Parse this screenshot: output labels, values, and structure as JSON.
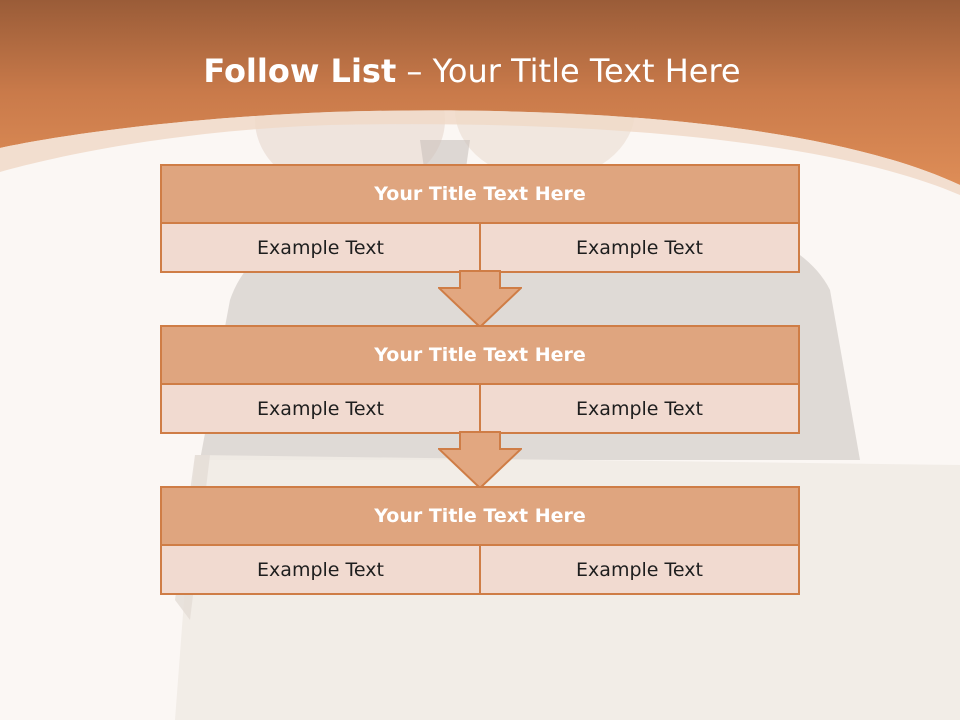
{
  "slide": {
    "title_bold": "Follow List",
    "title_rest": " – Your Title Text Here",
    "blocks": [
      {
        "header": "Your Title Text Here",
        "left": "Example Text",
        "right": "Example Text"
      },
      {
        "header": "Your Title Text Here",
        "left": "Example Text",
        "right": "Example Text"
      },
      {
        "header": "Your Title Text Here",
        "left": "Example Text",
        "right": "Example Text"
      }
    ]
  },
  "colors": {
    "header_band_top": "#9a5c38",
    "header_band_bottom": "#d98a55",
    "block_border": "#cf7d46",
    "block_header_fill": "#dfa57f",
    "block_cell_fill": "#f1dad0",
    "background": "#fbf7f4"
  }
}
